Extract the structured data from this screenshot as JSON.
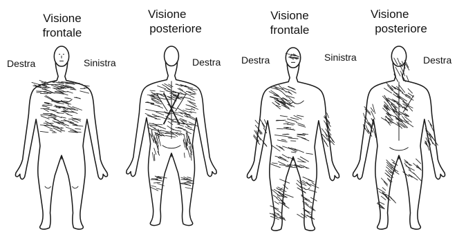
{
  "figures": [
    {
      "view": "Visione frontale",
      "side_left": "Destra",
      "side_right": "Sinistra"
    },
    {
      "view": "Visione posteriore",
      "side_left": "",
      "side_right": "Destra"
    },
    {
      "view": "Visione frontale",
      "side_left": "Destra",
      "side_right": "Sinistra"
    },
    {
      "view": "Visione posteriore",
      "side_left": "",
      "side_right": "Destra"
    }
  ],
  "title_lines": [
    [
      "Visione",
      "frontale"
    ],
    [
      "Visione",
      "posteriore"
    ],
    [
      "Visione",
      "frontale"
    ],
    [
      "Visione",
      "posteriore"
    ]
  ],
  "colors": {
    "outline": "#1a1a1a",
    "shading": "#222222",
    "background": "#ffffff"
  }
}
